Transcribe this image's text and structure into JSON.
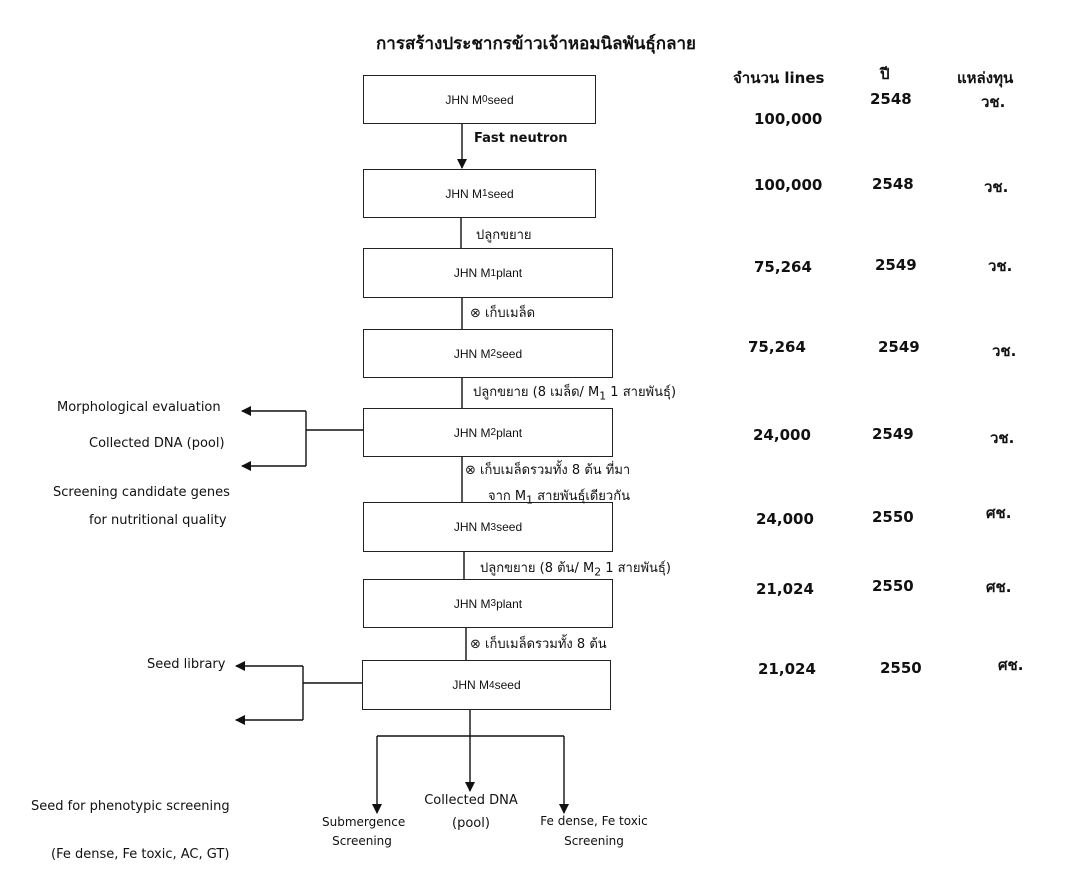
{
  "title": "การสร้างประชากรข้าวเจ้าหอมนิลพันธุ์กลาย",
  "headers": {
    "lines": "จำนวน lines",
    "year": "ปี",
    "funding": "แหล่งทุน"
  },
  "boxes": [
    {
      "pre": "JHN M",
      "sub": "0",
      "post": " seed"
    },
    {
      "pre": "JHN M",
      "sub": "1",
      "post": " seed"
    },
    {
      "pre": "JHN M",
      "sub": "1",
      "post": " plant"
    },
    {
      "pre": "JHN M",
      "sub": "2",
      "post": " seed"
    },
    {
      "pre": "JHN M",
      "sub": "2",
      "post": " plant"
    },
    {
      "pre": "JHN M",
      "sub": "3",
      "post": " seed"
    },
    {
      "pre": "JHN M",
      "sub": "3",
      "post": " plant"
    },
    {
      "pre": "JHN M",
      "sub": "4",
      "post": " seed"
    }
  ],
  "steps": [
    {
      "pre": "Fast neutron",
      "sub": "",
      "post": ""
    },
    {
      "pre": "ปลูกขยาย",
      "sub": "",
      "post": ""
    },
    {
      "pre": "⊗ เก็บเมล็ด",
      "sub": "",
      "post": ""
    },
    {
      "pre": "ปลูกขยาย (8 เมล็ด/ M",
      "sub": "1",
      "post": " 1 สายพันธุ์)"
    },
    {
      "pre": "⊗ เก็บเมล็ดรวมทั้ง 8 ต้น ที่มา",
      "sub": "",
      "post": ""
    },
    {
      "pre": "จาก M",
      "sub": "1",
      "post": " สายพันธุ์เดียวกัน"
    },
    {
      "pre": "ปลูกขยาย (8 ต้น/ M",
      "sub": "2",
      "post": " 1 สายพันธุ์)"
    },
    {
      "pre": "⊗ เก็บเมล็ดรวมทั้ง 8 ต้น",
      "sub": "",
      "post": ""
    }
  ],
  "rows": [
    {
      "lines": "100,000",
      "year": "2548",
      "funding": "วช."
    },
    {
      "lines": "100,000",
      "year": "2548",
      "funding": "วช."
    },
    {
      "lines": "75,264",
      "year": "2549",
      "funding": "วช."
    },
    {
      "lines": "75,264",
      "year": "2549",
      "funding": "วช."
    },
    {
      "lines": "24,000",
      "year": "2549",
      "funding": "วช."
    },
    {
      "lines": "24,000",
      "year": "2550",
      "funding": "ศช."
    },
    {
      "lines": "21,024",
      "year": "2550",
      "funding": "ศช."
    },
    {
      "lines": "21,024",
      "year": "2550",
      "funding": "ศช."
    }
  ],
  "side_outputs": {
    "morphological": "Morphological evaluation",
    "collected_dna_pool": "Collected DNA (pool)",
    "screening_line1": "Screening candidate genes",
    "screening_line2": "for nutritional quality",
    "seed_library": "Seed library",
    "phenotypic_line1": "Seed for phenotypic screening",
    "phenotypic_line2": "(Fe dense, Fe toxic, AC, GT)"
  },
  "bottom_outputs": {
    "submergence_line1": "Submergence",
    "submergence_line2": "Screening",
    "collected_dna_line1": "Collected DNA",
    "collected_dna_line2": "(pool)",
    "fe_line1": "Fe dense, Fe toxic",
    "fe_line2": "Screening"
  }
}
